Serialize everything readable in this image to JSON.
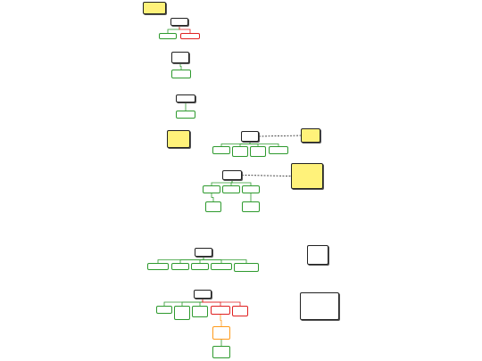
{
  "colors": {
    "root": "#222222",
    "green": "#2e9a2e",
    "red": "#e02020",
    "orange": "#ff9a1a",
    "note": "#fff27a",
    "edge_dashed": "#222222"
  },
  "nodes": {
    "n_note_top": {
      "text": "",
      "style": "note"
    },
    "n_root1": {
      "text": "",
      "style": "root"
    },
    "n_c1a": {
      "text": "",
      "style": "green"
    },
    "n_c1b": {
      "text": "",
      "style": "red"
    },
    "n_root2": {
      "text": "",
      "style": "root"
    },
    "n_c2a": {
      "text": "",
      "style": "green"
    },
    "n_root3": {
      "text": "",
      "style": "root"
    },
    "n_c3a": {
      "text": "",
      "style": "green"
    },
    "n_note_mid": {
      "text": "",
      "style": "note"
    },
    "n_root4": {
      "text": "",
      "style": "root"
    },
    "n_c4a": {
      "text": "",
      "style": "green"
    },
    "n_c4b": {
      "text": "",
      "style": "green"
    },
    "n_c4c": {
      "text": "",
      "style": "green"
    },
    "n_c4d": {
      "text": "",
      "style": "green"
    },
    "n_note4": {
      "text": "",
      "style": "note"
    },
    "n_root5": {
      "text": "",
      "style": "root"
    },
    "n_c5a": {
      "text": "",
      "style": "green"
    },
    "n_c5b": {
      "text": "",
      "style": "green"
    },
    "n_c5c": {
      "text": "",
      "style": "green"
    },
    "n_c5a1": {
      "text": "",
      "style": "green"
    },
    "n_c5c1": {
      "text": "",
      "style": "green"
    },
    "n_note5": {
      "text": "",
      "style": "note"
    },
    "n_plain1": {
      "text": "",
      "style": "plain"
    },
    "n_root6": {
      "text": "",
      "style": "root"
    },
    "n_c6a": {
      "text": "",
      "style": "green"
    },
    "n_c6b": {
      "text": "",
      "style": "green"
    },
    "n_c6c": {
      "text": "",
      "style": "green"
    },
    "n_c6d": {
      "text": "",
      "style": "green"
    },
    "n_c6e": {
      "text": "",
      "style": "green"
    },
    "n_plain2": {
      "text": "",
      "style": "plain"
    },
    "n_root7": {
      "text": "",
      "style": "root"
    },
    "n_c7a": {
      "text": "",
      "style": "green"
    },
    "n_c7b": {
      "text": "",
      "style": "green"
    },
    "n_c7c": {
      "text": "",
      "style": "green"
    },
    "n_c7d": {
      "text": "",
      "style": "red"
    },
    "n_c7e": {
      "text": "",
      "style": "red"
    },
    "n_c7f": {
      "text": "",
      "style": "orange"
    },
    "n_c7g": {
      "text": "",
      "style": "green"
    }
  },
  "edges": [
    {
      "from": "n_root1",
      "to": "n_c1a",
      "color": "green"
    },
    {
      "from": "n_root1",
      "to": "n_c1b",
      "color": "red"
    },
    {
      "from": "n_root2",
      "to": "n_c2a",
      "color": "green"
    },
    {
      "from": "n_root3",
      "to": "n_c3a",
      "color": "green"
    },
    {
      "from": "n_root4",
      "to": "n_c4a",
      "color": "green"
    },
    {
      "from": "n_root4",
      "to": "n_c4b",
      "color": "green"
    },
    {
      "from": "n_root4",
      "to": "n_c4c",
      "color": "green"
    },
    {
      "from": "n_root4",
      "to": "n_c4d",
      "color": "green"
    },
    {
      "from": "n_root4",
      "to": "n_note4",
      "color": "dashed"
    },
    {
      "from": "n_root5",
      "to": "n_c5a",
      "color": "green"
    },
    {
      "from": "n_root5",
      "to": "n_c5b",
      "color": "green"
    },
    {
      "from": "n_root5",
      "to": "n_c5c",
      "color": "green"
    },
    {
      "from": "n_c5a",
      "to": "n_c5a1",
      "color": "green"
    },
    {
      "from": "n_c5c",
      "to": "n_c5c1",
      "color": "green"
    },
    {
      "from": "n_root5",
      "to": "n_note5",
      "color": "dashed"
    },
    {
      "from": "n_root6",
      "to": "n_c6a",
      "color": "green"
    },
    {
      "from": "n_root6",
      "to": "n_c6b",
      "color": "green"
    },
    {
      "from": "n_root6",
      "to": "n_c6c",
      "color": "green"
    },
    {
      "from": "n_root6",
      "to": "n_c6d",
      "color": "green"
    },
    {
      "from": "n_root6",
      "to": "n_c6e",
      "color": "green"
    },
    {
      "from": "n_root7",
      "to": "n_c7a",
      "color": "green"
    },
    {
      "from": "n_root7",
      "to": "n_c7b",
      "color": "green"
    },
    {
      "from": "n_root7",
      "to": "n_c7c",
      "color": "green"
    },
    {
      "from": "n_root7",
      "to": "n_c7d",
      "color": "red"
    },
    {
      "from": "n_root7",
      "to": "n_c7e",
      "color": "red"
    },
    {
      "from": "n_c7d",
      "to": "n_c7f",
      "color": "orange"
    },
    {
      "from": "n_c7f",
      "to": "n_c7g",
      "color": "green"
    }
  ]
}
